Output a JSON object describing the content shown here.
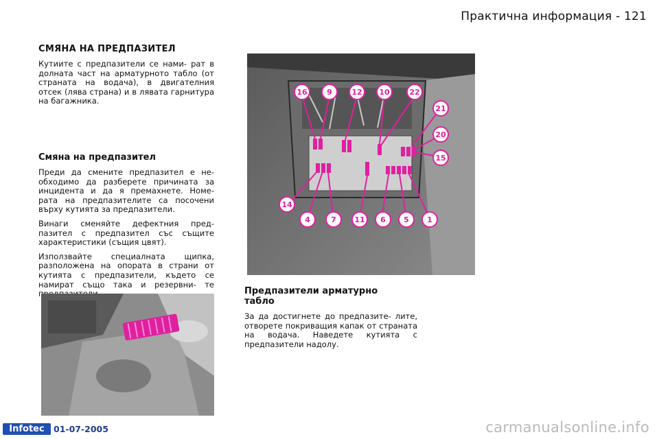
{
  "header": {
    "page_title": "Практична информация - 121"
  },
  "left_column": {
    "main_heading": "СМЯНА НА ПРЕДПАЗИТЕЛ",
    "intro": "Кутиите с предпазители се нами- рат в долната част на арматурното табло (от страната на водача), в двигателния отсек (лява страна) и в лявата гарнитура на багажника.",
    "sub_heading": "Смяна на предпазител",
    "paragraphs": [
      "Преди да смените предпазител е не- обходимо да разберете причината за инцидента и да я премахнете. Номе- рата на предпазителите са посочени върху кутията за предпазители.",
      "Винаги сменяйте дефектния пред- пазител с предпазител със същите характеристики (същия цвят).",
      "Използвайте специалната щипка, разположена на опората в страни от кутията с предпазители, където се намират също така и резервни- те предпазители."
    ]
  },
  "right_column": {
    "heading": "Предпазители арматурно табло",
    "body": "За да достигнете до предпазите- лите, отворете покриващия капак от страната на водача. Наведете кутията с предпазители надолу."
  },
  "fuse_labels": [
    "16",
    "9",
    "12",
    "10",
    "22",
    "21",
    "20",
    "15",
    "14",
    "4",
    "7",
    "11",
    "6",
    "5",
    "1"
  ],
  "footer": {
    "logo": "Infotec",
    "date": "01-07-2005",
    "watermark": "carmanualsonline.info"
  },
  "colors": {
    "accent": "#e020a0",
    "logo_blue": "#1f4fb0"
  }
}
